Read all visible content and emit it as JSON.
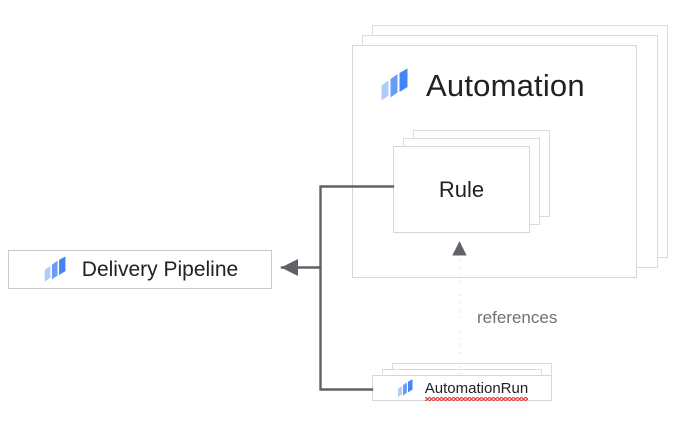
{
  "diagram": {
    "background_color": "#ffffff",
    "node_text_color": "#202124",
    "node_border_color": "#d6d6d6",
    "connector_color": "#5f6368",
    "label_color": "#6e7276",
    "spellcheck_underline_color": "#e53935",
    "icon_colors": {
      "dark_blue": "#4285f4",
      "mid_blue": "#669df6",
      "light_blue": "#aecbfa"
    }
  },
  "groups": {
    "automation": {
      "title": "Automation",
      "icon": "google-cloud-deploy-icon",
      "stack_count": 3
    },
    "rule": {
      "title": "Rule",
      "stack_count": 3
    },
    "automation_run": {
      "title": "AutomationRun",
      "icon": "google-cloud-deploy-icon",
      "stack_count": 3,
      "spellcheck_flagged": true
    }
  },
  "nodes": {
    "delivery_pipeline": {
      "title": "Delivery Pipeline",
      "icon": "google-cloud-deploy-icon"
    }
  },
  "edges": [
    {
      "id": "rule-to-pipeline",
      "from": "Rule",
      "to": "Delivery Pipeline",
      "style": "solid",
      "arrow": "end",
      "label": ""
    },
    {
      "id": "automationrun-to-pipeline",
      "from": "AutomationRun",
      "to": "Delivery Pipeline",
      "style": "solid",
      "arrow": "end",
      "label": ""
    },
    {
      "id": "automationrun-references-rule",
      "from": "AutomationRun",
      "to": "Rule",
      "style": "dotted",
      "arrow": "end",
      "label": "references"
    }
  ]
}
